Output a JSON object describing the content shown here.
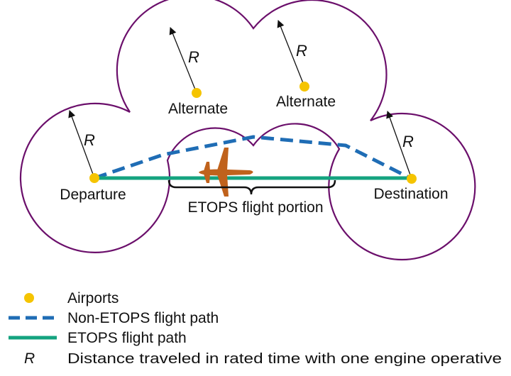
{
  "airports": {
    "departure": "Departure",
    "destination": "Destination",
    "alternate_1": "Alternate",
    "alternate_2": "Alternate"
  },
  "radius_symbol": "R",
  "etops_portion_label": "ETOPS flight portion",
  "legend": {
    "airports": "Airports",
    "non_etops_path": "Non-ETOPS flight path",
    "etops_path": "ETOPS flight path",
    "r_symbol": "R",
    "r_description": "Distance traveled in rated time with one engine operative"
  },
  "colors": {
    "boundary": "#6b0f6b",
    "airport": "#f5c400",
    "non_etops_path": "#1f6db5",
    "etops_path": "#14a37f",
    "airplane": "#c0621c",
    "arrow": "#111111"
  },
  "icons": {
    "airplane": "airplane-icon",
    "airport": "airport-dot-icon"
  }
}
